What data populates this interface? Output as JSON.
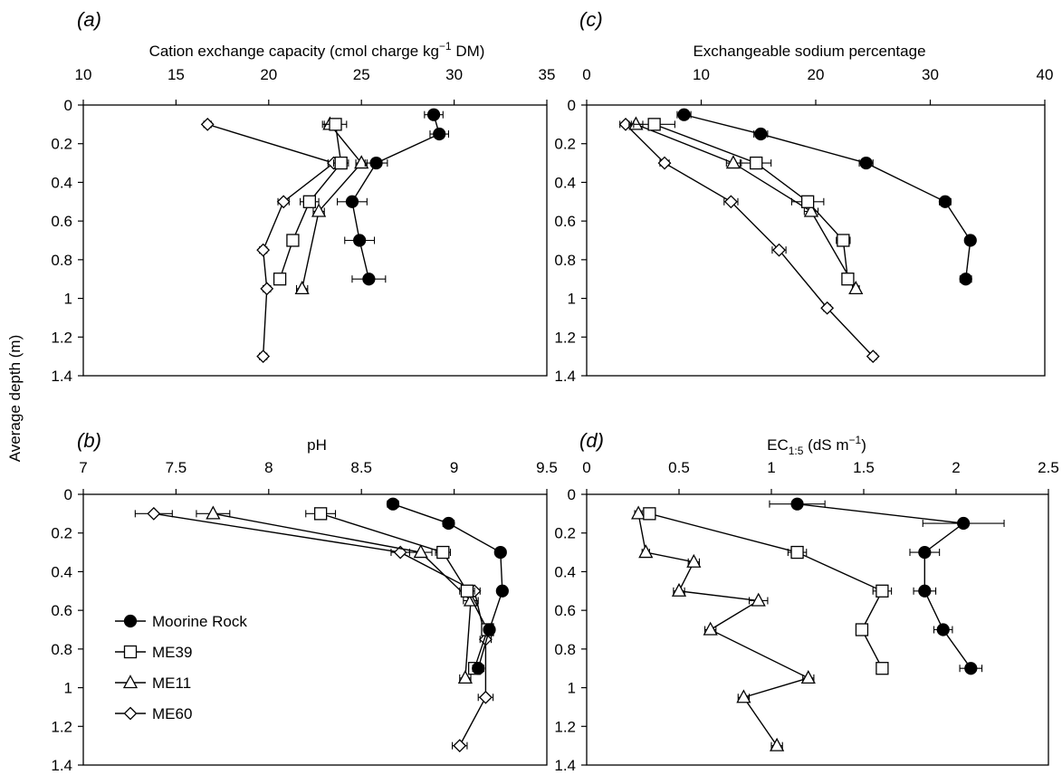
{
  "figure": {
    "ylabel": "Average depth (m)",
    "y_ticks": [
      "0",
      "0.2",
      "0.4",
      "0.6",
      "0.8",
      "1",
      "1.2",
      "1.4"
    ],
    "legend": [
      {
        "name": "Moorine Rock",
        "marker": "circle-filled"
      },
      {
        "name": "ME39",
        "marker": "square-open"
      },
      {
        "name": "ME11",
        "marker": "triangle-open"
      },
      {
        "name": "ME60",
        "marker": "diamond-open"
      }
    ],
    "legend_placement": "inside panel (b), lower-left",
    "colors": {
      "line": "#000000",
      "marker_fill_filled": "#000000",
      "marker_fill_open": "#ffffff"
    }
  },
  "chart_data": [
    {
      "type": "line",
      "panel": "a",
      "panel_letter_pre": "(",
      "panel_letter": "a",
      "panel_letter_post": ")",
      "xlabel_pre": "Cation exchange capacity (cmol charge kg",
      "xlabel_sup": "−1",
      "xlabel_post": " DM)",
      "x_ticks": [
        "10",
        "15",
        "20",
        "25",
        "30",
        "35"
      ],
      "xlim": [
        10,
        35
      ],
      "ylim": [
        0,
        1.4
      ],
      "series": [
        {
          "name": "Moorine Rock",
          "marker": "circle",
          "points": [
            [
              28.9,
              0.05,
              0.5
            ],
            [
              29.2,
              0.15,
              0.5
            ],
            [
              25.8,
              0.3,
              0.6
            ],
            [
              24.5,
              0.5,
              0.8
            ],
            [
              24.9,
              0.7,
              0.8
            ],
            [
              25.4,
              0.9,
              0.9
            ]
          ]
        },
        {
          "name": "ME39",
          "marker": "square",
          "points": [
            [
              23.6,
              0.1,
              0.6
            ],
            [
              23.9,
              0.3,
              0.4
            ],
            [
              22.2,
              0.5,
              0.5
            ],
            [
              21.3,
              0.7,
              0.2
            ],
            [
              20.6,
              0.9,
              0.3
            ]
          ]
        },
        {
          "name": "ME11",
          "marker": "triangle",
          "points": [
            [
              23.3,
              0.1,
              0.4
            ],
            [
              25.0,
              0.3,
              0.3
            ],
            [
              22.7,
              0.55,
              0.3
            ],
            [
              21.8,
              0.95,
              0.3
            ]
          ]
        },
        {
          "name": "ME60",
          "marker": "diamond",
          "points": [
            [
              16.7,
              0.1,
              0.2
            ],
            [
              23.5,
              0.3,
              0.3
            ],
            [
              20.8,
              0.5,
              0.3
            ],
            [
              19.7,
              0.75,
              0.2
            ],
            [
              19.9,
              0.95,
              0.2
            ],
            [
              19.7,
              1.3,
              0.2
            ]
          ]
        }
      ]
    },
    {
      "type": "line",
      "panel": "b",
      "panel_letter_pre": "(",
      "panel_letter": "b",
      "panel_letter_post": ")",
      "xlabel_pre": "pH",
      "xlabel_sup": "",
      "xlabel_post": "",
      "x_ticks": [
        "7",
        "7.5",
        "8",
        "8.5",
        "9",
        "9.5"
      ],
      "xlim": [
        7,
        9.5
      ],
      "ylim": [
        0,
        1.4
      ],
      "series": [
        {
          "name": "Moorine Rock",
          "marker": "circle",
          "points": [
            [
              8.67,
              0.05,
              0.03
            ],
            [
              8.97,
              0.15,
              0.03
            ],
            [
              9.25,
              0.3,
              0.02
            ],
            [
              9.26,
              0.5,
              0.02
            ],
            [
              9.19,
              0.7,
              0.02
            ],
            [
              9.13,
              0.9,
              0.03
            ]
          ]
        },
        {
          "name": "ME39",
          "marker": "square",
          "points": [
            [
              8.28,
              0.1,
              0.08
            ],
            [
              8.94,
              0.3,
              0.04
            ],
            [
              9.07,
              0.5,
              0.04
            ],
            [
              9.18,
              0.7,
              0.03
            ],
            [
              9.11,
              0.9,
              0.03
            ]
          ]
        },
        {
          "name": "ME11",
          "marker": "triangle",
          "points": [
            [
              7.7,
              0.1,
              0.09
            ],
            [
              8.82,
              0.3,
              0.06
            ],
            [
              9.09,
              0.55,
              0.04
            ],
            [
              9.06,
              0.95,
              0.03
            ]
          ]
        },
        {
          "name": "ME60",
          "marker": "diamond",
          "points": [
            [
              7.38,
              0.1,
              0.1
            ],
            [
              8.71,
              0.3,
              0.05
            ],
            [
              9.11,
              0.5,
              0.03
            ],
            [
              9.17,
              0.75,
              0.03
            ],
            [
              9.17,
              1.05,
              0.04
            ],
            [
              9.03,
              1.3,
              0.04
            ]
          ]
        }
      ]
    },
    {
      "type": "line",
      "panel": "c",
      "panel_letter_pre": "(",
      "panel_letter": "c",
      "panel_letter_post": ")",
      "xlabel_pre": "Exchangeable sodium percentage",
      "xlabel_sup": "",
      "xlabel_post": "",
      "x_ticks": [
        "0",
        "10",
        "20",
        "30",
        "40"
      ],
      "xlim": [
        0,
        40
      ],
      "ylim": [
        0,
        1.4
      ],
      "series": [
        {
          "name": "Moorine Rock",
          "marker": "circle",
          "points": [
            [
              8.5,
              0.05,
              0.6
            ],
            [
              15.2,
              0.15,
              0.6
            ],
            [
              24.4,
              0.3,
              0.6
            ],
            [
              31.3,
              0.5,
              0.5
            ],
            [
              33.5,
              0.7,
              0.4
            ],
            [
              33.1,
              0.9,
              0.5
            ]
          ]
        },
        {
          "name": "ME39",
          "marker": "square",
          "points": [
            [
              5.9,
              0.1,
              1.8
            ],
            [
              14.8,
              0.3,
              1.3
            ],
            [
              19.3,
              0.5,
              1.4
            ],
            [
              22.4,
              0.7,
              0.6
            ],
            [
              22.8,
              0.9,
              0.5
            ]
          ]
        },
        {
          "name": "ME11",
          "marker": "triangle",
          "points": [
            [
              4.3,
              0.1,
              0.6
            ],
            [
              12.8,
              0.3,
              0.6
            ],
            [
              19.6,
              0.55,
              0.6
            ],
            [
              23.5,
              0.95,
              0.3
            ]
          ]
        },
        {
          "name": "ME60",
          "marker": "diamond",
          "points": [
            [
              3.4,
              0.1,
              0.5
            ],
            [
              6.8,
              0.3,
              0.4
            ],
            [
              12.6,
              0.5,
              0.6
            ],
            [
              16.8,
              0.75,
              0.6
            ],
            [
              21.0,
              1.05,
              0.3
            ],
            [
              25.0,
              1.3,
              0.3
            ]
          ]
        }
      ]
    },
    {
      "type": "line",
      "panel": "d",
      "panel_letter_pre": "(",
      "panel_letter": "d",
      "panel_letter_post": ")",
      "xlabel_pre": "EC",
      "xlabel_sub": "1:5",
      "xlabel_mid": " (dS m",
      "xlabel_sup": "−1",
      "xlabel_post": ")",
      "x_ticks": [
        "0",
        "0.5",
        "1",
        "1.5",
        "2",
        "2.5"
      ],
      "xlim": [
        0,
        2.5
      ],
      "ylim": [
        0,
        1.4
      ],
      "series": [
        {
          "name": "Moorine Rock",
          "marker": "circle",
          "points": [
            [
              1.14,
              0.05,
              0.15
            ],
            [
              2.04,
              0.15,
              0.22
            ],
            [
              1.83,
              0.3,
              0.08
            ],
            [
              1.83,
              0.5,
              0.06
            ],
            [
              1.93,
              0.7,
              0.05
            ],
            [
              2.08,
              0.9,
              0.06
            ]
          ]
        },
        {
          "name": "ME39",
          "marker": "square",
          "points": [
            [
              0.34,
              0.1,
              0.03
            ],
            [
              1.14,
              0.3,
              0.05
            ],
            [
              1.6,
              0.5,
              0.05
            ],
            [
              1.49,
              0.7,
              0.03
            ],
            [
              1.6,
              0.9,
              0.03
            ]
          ]
        },
        {
          "name": "ME11",
          "marker": "triangle",
          "points": [
            [
              0.28,
              0.1,
              0.02
            ],
            [
              0.32,
              0.3,
              0.02
            ],
            [
              0.58,
              0.35,
              0.03
            ],
            [
              0.5,
              0.5,
              0.03
            ],
            [
              0.93,
              0.55,
              0.05
            ],
            [
              0.67,
              0.7,
              0.03
            ],
            [
              1.2,
              0.95,
              0.03
            ],
            [
              0.85,
              1.05,
              0.03
            ],
            [
              1.03,
              1.3,
              0.03
            ]
          ]
        },
        {
          "name": "ME60",
          "marker": "diamond",
          "points": []
        }
      ]
    }
  ]
}
